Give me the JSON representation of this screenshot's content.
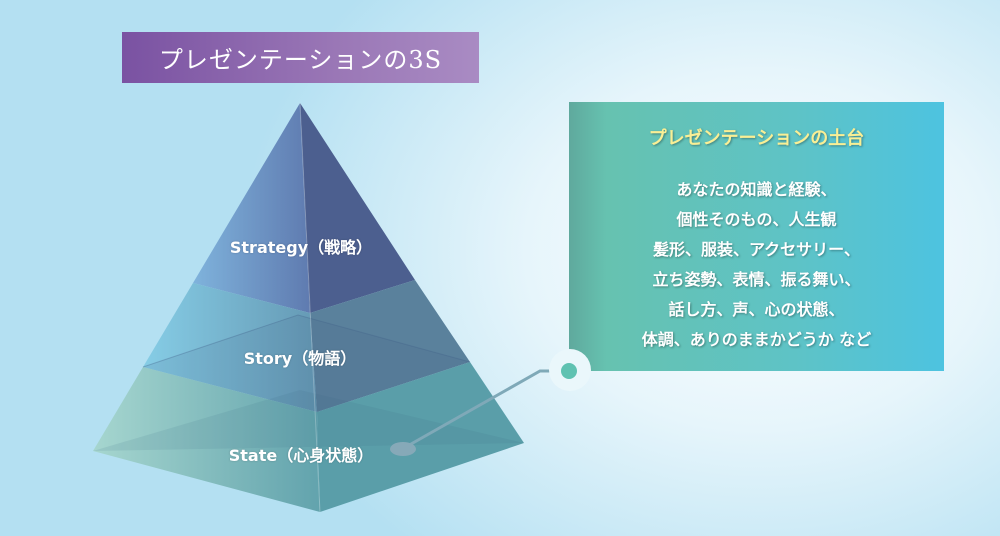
{
  "title": "プレゼンテーションの3S",
  "pyramid": {
    "levels": [
      {
        "label": "Strategy（戦略）"
      },
      {
        "label": "Story（物語）"
      },
      {
        "label": "State（心身状態）"
      }
    ]
  },
  "callout": {
    "heading": "プレゼンテーションの土台",
    "lines": [
      "あなたの知識と経験、",
      "個性そのもの、人生観",
      "髪形、服装、アクセサリー、",
      "立ち姿勢、表情、振る舞い、",
      "話し方、声、心の状態、",
      "体調、ありのままかどうか など"
    ]
  },
  "colors": {
    "title_bg": "#8a64ad",
    "callout_bg": "#5ec3c6",
    "heading": "#f9ef95"
  }
}
